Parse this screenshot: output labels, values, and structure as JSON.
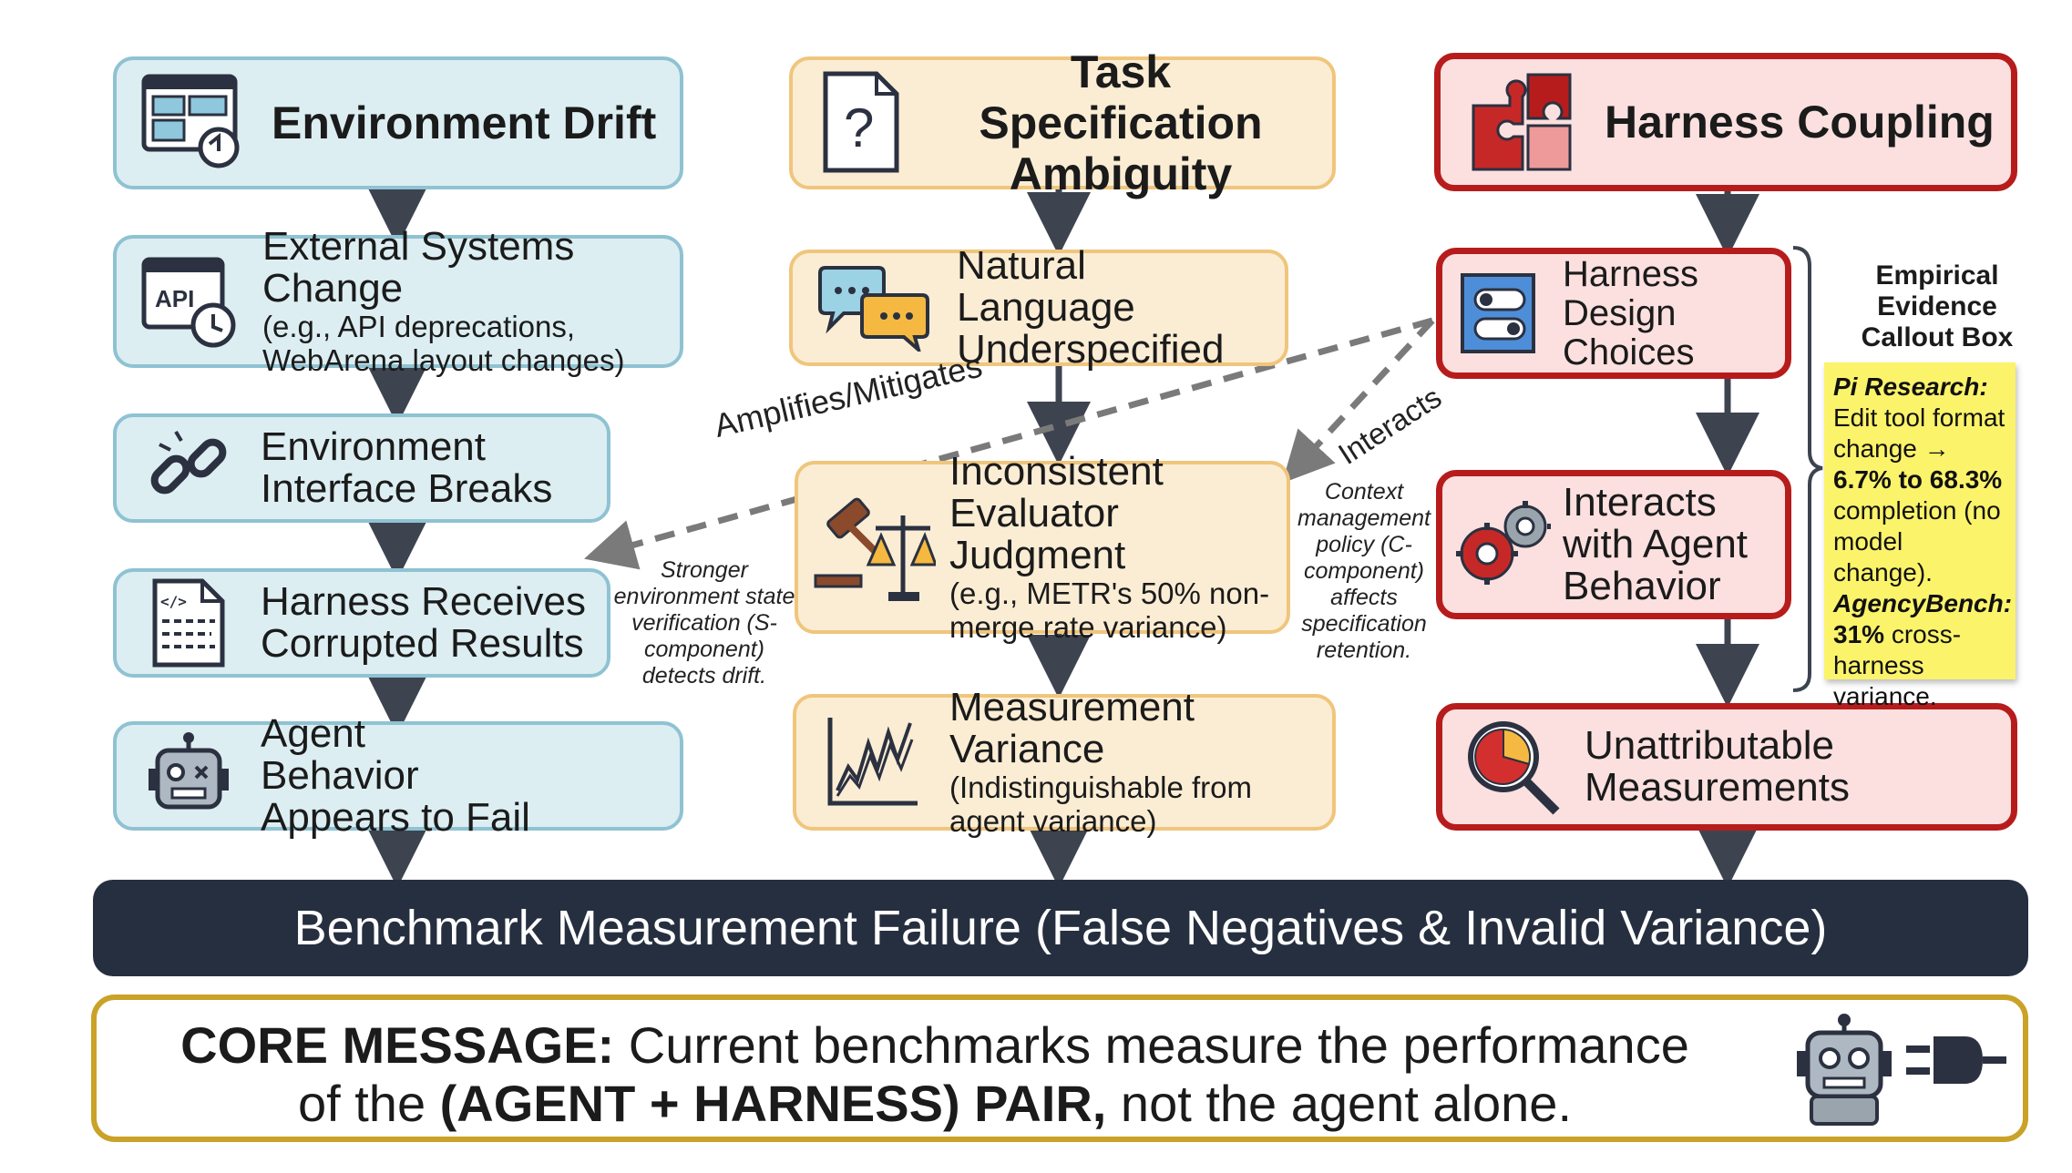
{
  "columns": {
    "env": {
      "header": "Environment Drift",
      "steps": [
        {
          "title": "External Systems Change",
          "sub": "(e.g., API deprecations, WebArena layout changes)"
        },
        {
          "title": "Environment Interface Breaks"
        },
        {
          "title": "Harness Receives Corrupted Results"
        },
        {
          "title": "Agent Behavior Appears to Fail"
        }
      ]
    },
    "task": {
      "header": "Task Specification Ambiguity",
      "steps": [
        {
          "title": "Natural Language Underspecified"
        },
        {
          "title": "Inconsistent Evaluator Judgment",
          "sub": "(e.g., METR's 50% non-merge rate variance)"
        },
        {
          "title": "Measurement Variance",
          "sub": "(Indistinguishable from agent variance)"
        }
      ]
    },
    "harness": {
      "header": "Harness Coupling",
      "steps": [
        {
          "title": "Harness Design Choices"
        },
        {
          "title": "Interacts with Agent Behavior"
        },
        {
          "title": "Unattributable Measurements"
        }
      ]
    }
  },
  "edge_labels": {
    "amplifies": "Amplifies/Mitigates",
    "interacts": "Interacts"
  },
  "notes": {
    "stronger": "Stronger environment state verification (S-component) detects drift.",
    "context": "Context management policy (C-component) affects specification retention."
  },
  "callout": {
    "title": "Empirical Evidence Callout Box",
    "pi_label": "Pi Research:",
    "pi_text": "Edit tool format change →",
    "pi_value": "6.7% to 68.3%",
    "pi_tail": "completion (no model change).",
    "ab_label": "AgencyBench:",
    "ab_value": "31%",
    "ab_tail": "cross-harness variance."
  },
  "failure_bar": "Benchmark Measurement Failure (False Negatives & Invalid Variance)",
  "core": {
    "label": "CORE MESSAGE:",
    "line1": "Current benchmarks measure the performance",
    "line2_pre": "of the",
    "line2_bold": "(AGENT + HARNESS) PAIR,",
    "line2_post": "not the agent alone."
  },
  "icons": {
    "env_header": "browser-sync-icon",
    "env_1": "api-clock-icon",
    "env_2": "broken-chain-icon",
    "env_3": "corrupted-document-icon",
    "env_4": "robot-icon",
    "task_header": "question-document-icon",
    "task_1": "chat-bubbles-icon",
    "task_2": "gavel-scale-icon",
    "task_3": "line-chart-icon",
    "harness_header": "puzzle-icon",
    "harness_1": "toggle-settings-icon",
    "harness_2": "gears-icon",
    "harness_3": "magnifier-pie-icon",
    "core": "robot-plug-icon"
  },
  "colors": {
    "env_fill": "#dceef2",
    "env_border": "#8fc2d2",
    "task_fill": "#fbedd4",
    "task_border": "#f0c57c",
    "harness_fill": "#fbe0df",
    "harness_border": "#b71c1c",
    "bar": "#262f3f",
    "callout": "#fbf36a",
    "core_border": "#c9a227"
  }
}
